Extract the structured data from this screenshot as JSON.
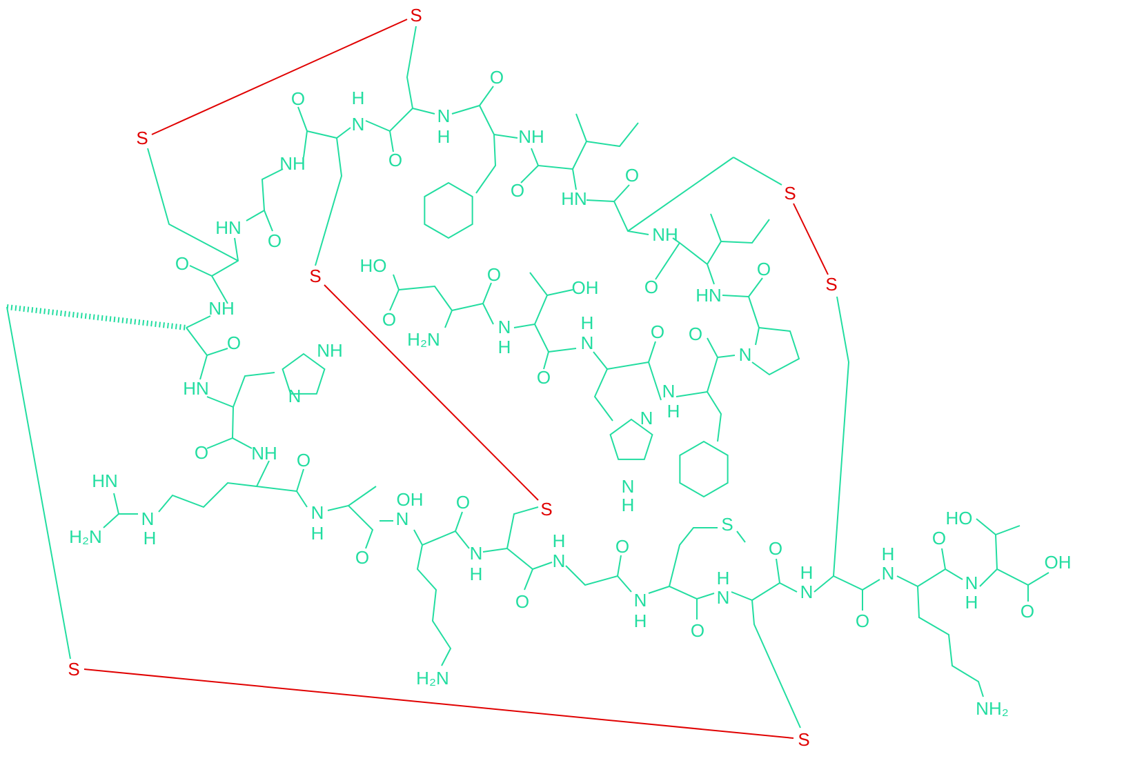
{
  "colors": {
    "atom": "#22DDA0",
    "disulfide": "#E00000"
  },
  "sulfur_label": "S",
  "atom_labels": [
    "O",
    "H",
    "N",
    "O",
    "N",
    "H",
    "O",
    "NH",
    "NH",
    "O",
    "HN",
    "O",
    "HN",
    "O",
    "O",
    "NH",
    "NH",
    "O",
    "HN",
    "O",
    "HO",
    "O",
    "OH",
    "O",
    "H2N",
    "N",
    "H",
    "H",
    "N",
    "O",
    "O",
    "N",
    "O",
    "NH",
    "O",
    "HN",
    "N",
    "N",
    "N",
    "H",
    "HN",
    "NH",
    "O",
    "O",
    "O",
    "OH",
    "H2N",
    "N",
    "H",
    "N",
    "H",
    "N",
    "O",
    "N",
    "H",
    "S",
    "H",
    "N",
    "O",
    "O",
    "H",
    "N",
    "O",
    "N",
    "H",
    "O",
    "H",
    "N",
    "H",
    "N",
    "O",
    "HO",
    "N",
    "H",
    "OH",
    "O",
    "O",
    "H2N",
    "NH2",
    "N",
    "H"
  ]
}
